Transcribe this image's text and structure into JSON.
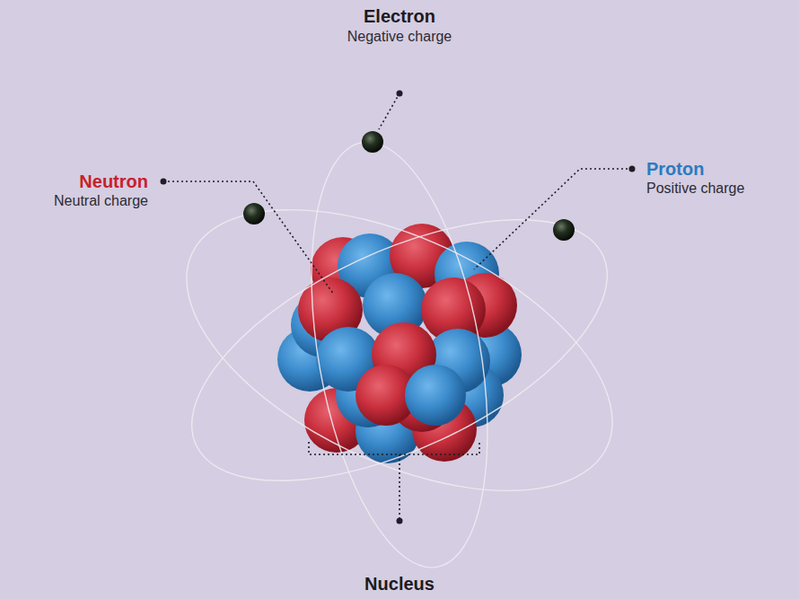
{
  "diagram": {
    "labels": [
      "Electron",
      "Negative charge",
      "Neutron",
      "Neutral charge",
      "Proton",
      "Positive charge",
      "Nucleus"
    ]
  }
}
